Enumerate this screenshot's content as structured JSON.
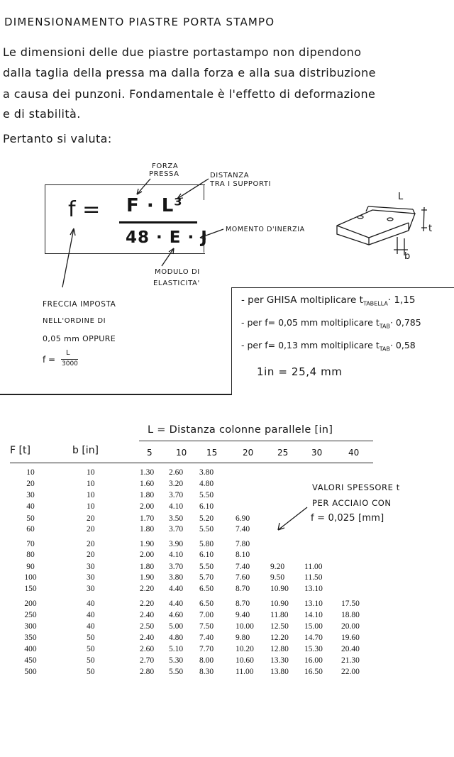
{
  "title": "DIMENSIONAMENTO PIASTRE PORTA STAMPO",
  "paragraph": [
    "Le dimensioni delle due piastre portastampo non dipendono",
    "dalla taglia della pressa ma dalla forza e alla sua distribuzione",
    "a causa dei punzoni. Fondamentale è l'effetto di deformazione",
    "e di stabilità."
  ],
  "pertanto": "Pertanto si valuta:",
  "formula": {
    "lhs": "f =",
    "numerator": "F · L³",
    "denominator": "48 · E · J",
    "label_forza": [
      "FORZA",
      "PRESSA"
    ],
    "label_distanza": [
      "DISTANZA",
      "TRA I SUPPORTI"
    ],
    "label_momento": "MOMENTO D'INERZIA",
    "label_modulo": [
      "MODULO DI",
      "ELASTICITA'"
    ]
  },
  "plate_labels": {
    "L": "L",
    "t": "t",
    "b": "b"
  },
  "freccia": {
    "lines": [
      "FRECCIA IMPOSTA",
      "NELL'ORDINE DI",
      "0,05 mm OPPURE"
    ],
    "formula_f": "f =",
    "formula_num": "L",
    "formula_den": "3000"
  },
  "notes": [
    "- per GHISA moltiplicare t",
    "- per f= 0,05 mm moltiplicare t",
    "- per f= 0,13 mm moltiplicare t"
  ],
  "notes_sub": [
    "TABELLA",
    "TAB",
    "TAB"
  ],
  "notes_factor": [
    "· 1,15",
    "· 0,785",
    "· 0,58"
  ],
  "inch": "1in = 25,4 mm",
  "table": {
    "super_header": "L = Distanza colonne parallele [in]",
    "col_F": "F [t]",
    "col_b": "b [in]",
    "L_cols": [
      "5",
      "10",
      "15",
      "20",
      "25",
      "30",
      "40"
    ],
    "rows": [
      {
        "F": "10",
        "b": "10",
        "v": [
          "1.30",
          "2.60",
          "3.80",
          "",
          "",
          "",
          ""
        ]
      },
      {
        "F": "20",
        "b": "10",
        "v": [
          "1.60",
          "3.20",
          "4.80",
          "",
          "",
          "",
          ""
        ]
      },
      {
        "F": "30",
        "b": "10",
        "v": [
          "1.80",
          "3.70",
          "5.50",
          "",
          "",
          "",
          ""
        ]
      },
      {
        "F": "40",
        "b": "10",
        "v": [
          "2.00",
          "4.10",
          "6.10",
          "",
          "",
          "",
          ""
        ]
      },
      {
        "F": "50",
        "b": "20",
        "v": [
          "1.70",
          "3.50",
          "5.20",
          "6.90",
          "",
          "",
          ""
        ]
      },
      {
        "F": "60",
        "b": "20",
        "v": [
          "1.80",
          "3.70",
          "5.50",
          "7.40",
          "",
          "",
          ""
        ]
      },
      {
        "F": "70",
        "b": "20",
        "v": [
          "1.90",
          "3.90",
          "5.80",
          "7.80",
          "",
          "",
          ""
        ]
      },
      {
        "F": "80",
        "b": "20",
        "v": [
          "2.00",
          "4.10",
          "6.10",
          "8.10",
          "",
          "",
          ""
        ]
      },
      {
        "F": "90",
        "b": "30",
        "v": [
          "1.80",
          "3.70",
          "5.50",
          "7.40",
          "9.20",
          "11.00",
          ""
        ]
      },
      {
        "F": "100",
        "b": "30",
        "v": [
          "1.90",
          "3.80",
          "5.70",
          "7.60",
          "9.50",
          "11.50",
          ""
        ]
      },
      {
        "F": "150",
        "b": "30",
        "v": [
          "2.20",
          "4.40",
          "6.50",
          "8.70",
          "10.90",
          "13.10",
          ""
        ]
      },
      {
        "F": "200",
        "b": "40",
        "v": [
          "2.20",
          "4.40",
          "6.50",
          "8.70",
          "10.90",
          "13.10",
          "17.50"
        ]
      },
      {
        "F": "250",
        "b": "40",
        "v": [
          "2.40",
          "4.60",
          "7.00",
          "9.40",
          "11.80",
          "14.10",
          "18.80"
        ]
      },
      {
        "F": "300",
        "b": "40",
        "v": [
          "2.50",
          "5.00",
          "7.50",
          "10.00",
          "12.50",
          "15.00",
          "20.00"
        ]
      },
      {
        "F": "350",
        "b": "50",
        "v": [
          "2.40",
          "4.80",
          "7.40",
          "9.80",
          "12.20",
          "14.70",
          "19.60"
        ]
      },
      {
        "F": "400",
        "b": "50",
        "v": [
          "2.60",
          "5.10",
          "7.70",
          "10.20",
          "12.80",
          "15.30",
          "20.40"
        ]
      },
      {
        "F": "450",
        "b": "50",
        "v": [
          "2.70",
          "5.30",
          "8.00",
          "10.60",
          "13.30",
          "16.00",
          "21.30"
        ]
      },
      {
        "F": "500",
        "b": "50",
        "v": [
          "2.80",
          "5.50",
          "8.30",
          "11.00",
          "13.80",
          "16.50",
          "22.00"
        ]
      }
    ],
    "annotation": [
      "VALORI SPESSORE t",
      "PER ACCIAIO CON",
      "f = 0,025 [mm]"
    ]
  }
}
